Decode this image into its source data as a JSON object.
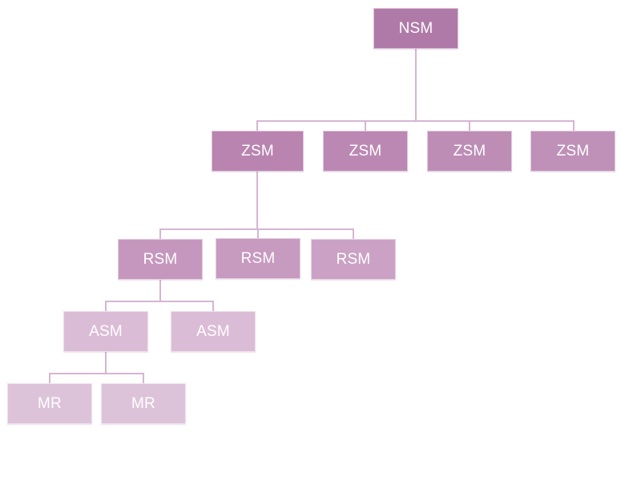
{
  "colors": {
    "level_1": "#b07aa8",
    "level_2a": "#b984b0",
    "level_2b": "#bb88b3",
    "level_2c": "#bd8db6",
    "level_2d": "#bf90b8",
    "level_3a": "#c697be",
    "level_3b": "#c79ac0",
    "level_3c": "#cba2c5",
    "level_4": "#dbbcd6",
    "level_5": "#ddc3da",
    "connector": "#d6b5d1"
  },
  "org_chart": {
    "nsm": {
      "label": "NSM"
    },
    "zsm": [
      {
        "label": "ZSM"
      },
      {
        "label": "ZSM"
      },
      {
        "label": "ZSM"
      },
      {
        "label": "ZSM"
      }
    ],
    "rsm": [
      {
        "label": "RSM"
      },
      {
        "label": "RSM"
      },
      {
        "label": "RSM"
      }
    ],
    "asm": [
      {
        "label": "ASM"
      },
      {
        "label": "ASM"
      }
    ],
    "mr": [
      {
        "label": "MR"
      },
      {
        "label": "MR"
      }
    ]
  }
}
